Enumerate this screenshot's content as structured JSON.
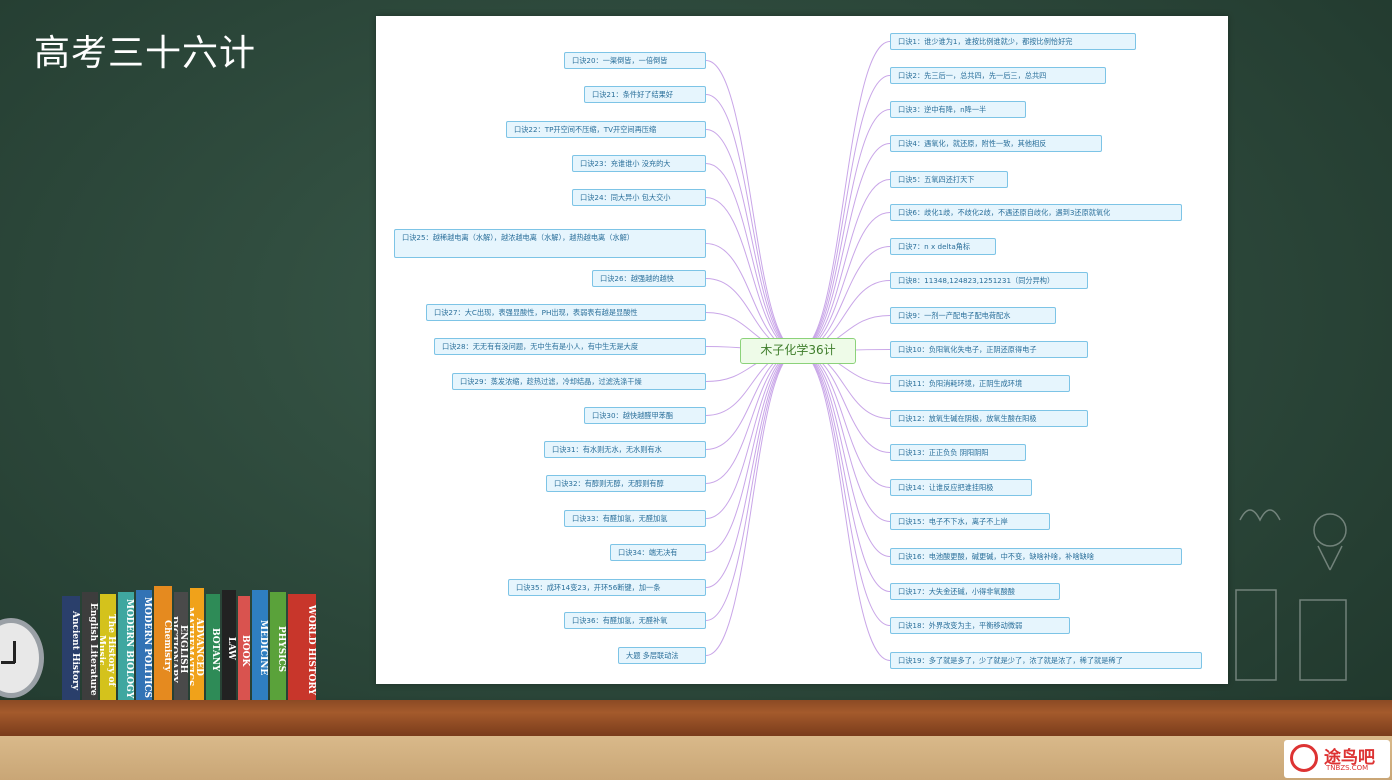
{
  "slide": {
    "title": "高考三十六计"
  },
  "mindmap": {
    "center": "木子化学36计",
    "left_nodes": [
      "口诀20：一渠倒皆，一倍倒皆",
      "口诀21：条件好了结果好",
      "口诀22：TP开空间不压缩，TV开空间再压缩",
      "口诀23：充谁谁小 没充的大",
      "口诀24：同大异小 包大交小",
      "口诀25：越稀越电离（水解），越浓越电离（水解），越热越电离（水解）",
      "口诀26：越强越的越快",
      "口诀27：大C出现，表强显酸性，PH出现，表弱表有越是显酸性",
      "口诀28：无无有有没问题，无中生有是小人，有中生无是大度",
      "口诀29：蒸发浓缩，趁热过滤，冷却结晶，过滤洗涤干燥",
      "口诀30：越快越醛甲苯酯",
      "口诀31：有水则无水，无水则有水",
      "口诀32：有醇则无醇，无醇则有醇",
      "口诀33：有醛加氢，无醛加氢",
      "口诀34：端无决有",
      "口诀35：成环14变23，开环56断键，加一条",
      "口诀36：有醛加氢，无醛补氧",
      "大题 多层联动法"
    ],
    "right_nodes": [
      "口诀1：谁少谁为1，谁按比例谁就少，都按比例恰好完",
      "口诀2：先三后一，总共四，先一后三，总共四",
      "口诀3：逆中有降，n降一半",
      "口诀4：遇氧化，就还原，附性一致，其他相反",
      "口诀5：五氧四还打天下",
      "口诀6：歧化1歧，不歧化2歧，不遇还原自歧化，遇到3还原就氧化",
      "口诀7：n x delta角标",
      "口诀8：11348,124823,1251231（同分异构）",
      "口诀9：一剂一产配电子配电荷配水",
      "口诀10：负阳氧化失电子，正阴还原得电子",
      "口诀11：负阳消耗环境，正阴生成环境",
      "口诀12：放氧生碱在阴极，放氧生酸在阳极",
      "口诀13：正正负负 阴阳阴阳",
      "口诀14：让谁反应把谁挂阳极",
      "口诀15：电子不下水，离子不上岸",
      "口诀16：电池酸更酸，碱更碱，中不变，缺啥补啥，补啥缺啥",
      "口诀17：大失金还碱，小得非氧酸酸",
      "口诀18：外界改变为主，平衡移动微弱",
      "口诀19：多了就是多了，少了就是少了，浓了就是浓了，稀了就是稀了"
    ]
  },
  "books": [
    {
      "title": "Ancient History",
      "color": "#2a3f6b"
    },
    {
      "title": "English Literature",
      "color": "#3d3d3d"
    },
    {
      "title": "The History of Music",
      "color": "#d4c21c"
    },
    {
      "title": "MODERN BIOLOGY",
      "color": "#3fa7a0"
    },
    {
      "title": "MODERN POLITICS",
      "color": "#3273b5"
    },
    {
      "title": "Chemistry",
      "color": "#e58a1f"
    },
    {
      "title": "ENGLISH DICTIONARY",
      "color": "#4a4a4a"
    },
    {
      "title": "ADVANCED MATHEMATICS",
      "color": "#f0a21a"
    },
    {
      "title": "BOTANY",
      "color": "#2e8b57"
    },
    {
      "title": "LAW",
      "color": "#222222"
    },
    {
      "title": "BOOK",
      "color": "#d9534f"
    },
    {
      "title": "MEDICINE",
      "color": "#2f7fc1"
    },
    {
      "title": "PHYSICS",
      "color": "#5aa23a"
    },
    {
      "title": "WORLD HISTORY",
      "color": "#c8362b"
    }
  ],
  "watermark": {
    "text": "途鸟吧",
    "sub": "TNBZS.COM"
  },
  "colors": {
    "board": "#2b4639",
    "node_border": "#7dc4e6",
    "node_fill": "#e6f5fd",
    "center_border": "#8cd27a",
    "link": "#c9a6e8"
  }
}
